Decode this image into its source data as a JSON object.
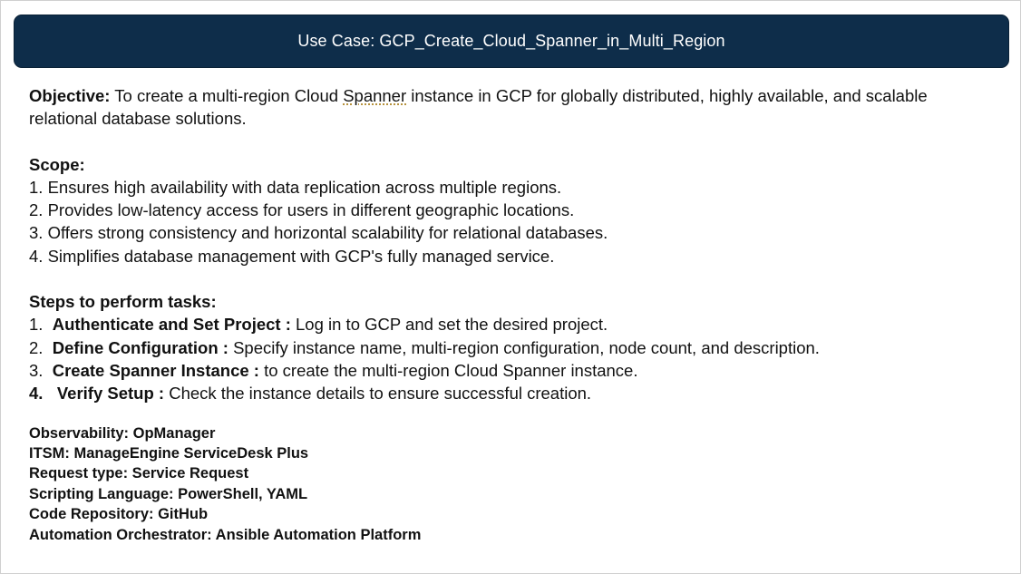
{
  "title": "Use Case: GCP_Create_Cloud_Spanner_in_Multi_Region",
  "objective": {
    "label": "Objective:",
    "text_before": " To create a multi-region Cloud ",
    "text_squiggle": "Spanner",
    "text_after": " instance in GCP for globally distributed, highly available, and scalable relational database solutions."
  },
  "scope": {
    "label": "Scope:",
    "items": [
      "1. Ensures high availability with data replication across multiple regions.",
      "2. Provides low-latency access for users in different geographic locations.",
      "3. Offers strong consistency and horizontal scalability for relational databases.",
      "4. Simplifies database management with GCP's fully managed service."
    ]
  },
  "steps": {
    "label": "Steps to perform tasks:",
    "items": [
      {
        "num": "1.",
        "title": "Authenticate and Set Project :",
        "text": " Log in to GCP and set the desired project."
      },
      {
        "num": "2.",
        "title": "Define Configuration :",
        "text": " Specify instance name, multi-region configuration, node count, and description."
      },
      {
        "num": "3.",
        "title": "Create Spanner Instance :",
        "text": " to create the multi-region Cloud Spanner instance."
      },
      {
        "num": "4.",
        "title": "Verify Setup :",
        "text": " Check the instance details to ensure successful creation."
      }
    ]
  },
  "details": [
    "Observability: OpManager",
    "ITSM: ManageEngine ServiceDesk Plus",
    "Request type: Service Request",
    "Scripting Language: PowerShell, YAML",
    "Code Repository: GitHub",
    "Automation Orchestrator: Ansible Automation Platform"
  ],
  "colors": {
    "title_bg": "#0e2d4a",
    "title_text": "#ffffff",
    "body_text": "#111111"
  }
}
